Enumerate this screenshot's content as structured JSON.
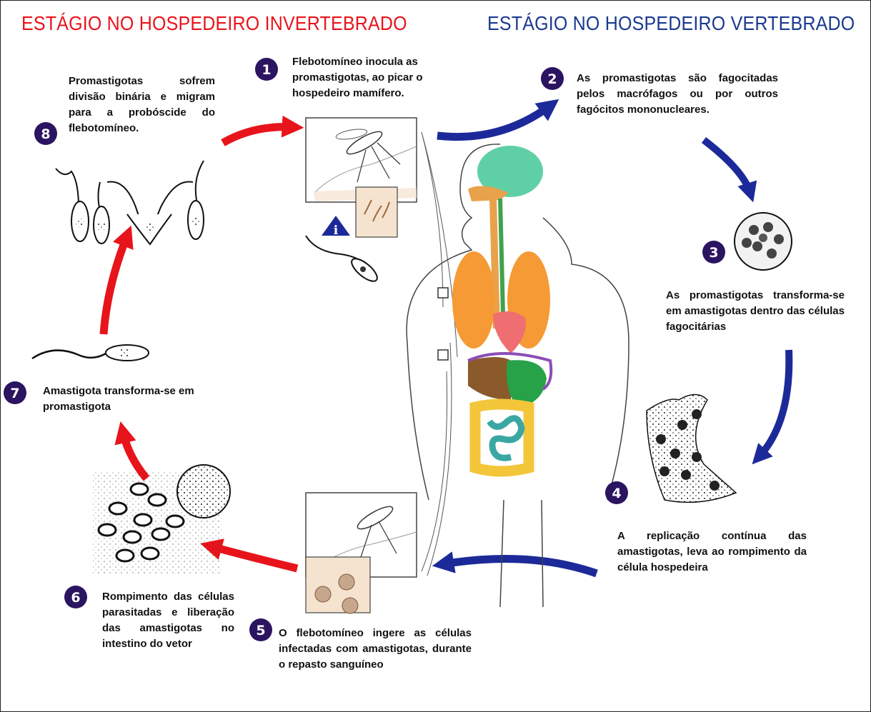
{
  "titles": {
    "invertebrate": "ESTÁGIO NO HOSPEDEIRO INVERTEBRADO",
    "vertebrate": "ESTÁGIO NO HOSPEDEIRO VERTEBRADO"
  },
  "steps": [
    {
      "number": "1",
      "text": "Flebotomíneo inocula as promastigotas, ao picar o hospedeiro mamífero."
    },
    {
      "number": "2",
      "text": "As promastigotas são fagocitadas pelos macrófagos ou por outros fagócitos mononucleares."
    },
    {
      "number": "3",
      "text": "As promastigotas transforma-se em amastigotas dentro das células fagocitárias"
    },
    {
      "number": "4",
      "text": "A replicação contínua das amastigotas, leva ao rompimento da célula hospedeira"
    },
    {
      "number": "5",
      "text": "O flebotomíneo ingere as células infectadas com amastigotas, durante o repasto sanguíneo"
    },
    {
      "number": "6",
      "text": "Rompimento das células parasitadas e liberação das amastigotas no intestino do vetor"
    },
    {
      "number": "7",
      "text": "Amastigota transforma-se em promastigota"
    },
    {
      "number": "8",
      "text": "Promastigotas sofrem divisão binária e migram para a probóscide do flebotomíneo."
    }
  ],
  "infective_marker": "i",
  "colors": {
    "invertebrate_title": "#e8141b",
    "vertebrate_title": "#1a3a8f",
    "invertebrate_arrow": "#e8141b",
    "vertebrate_arrow": "#1c2a99",
    "badge": "#2b1460",
    "infective_marker": "#1c2a99"
  }
}
